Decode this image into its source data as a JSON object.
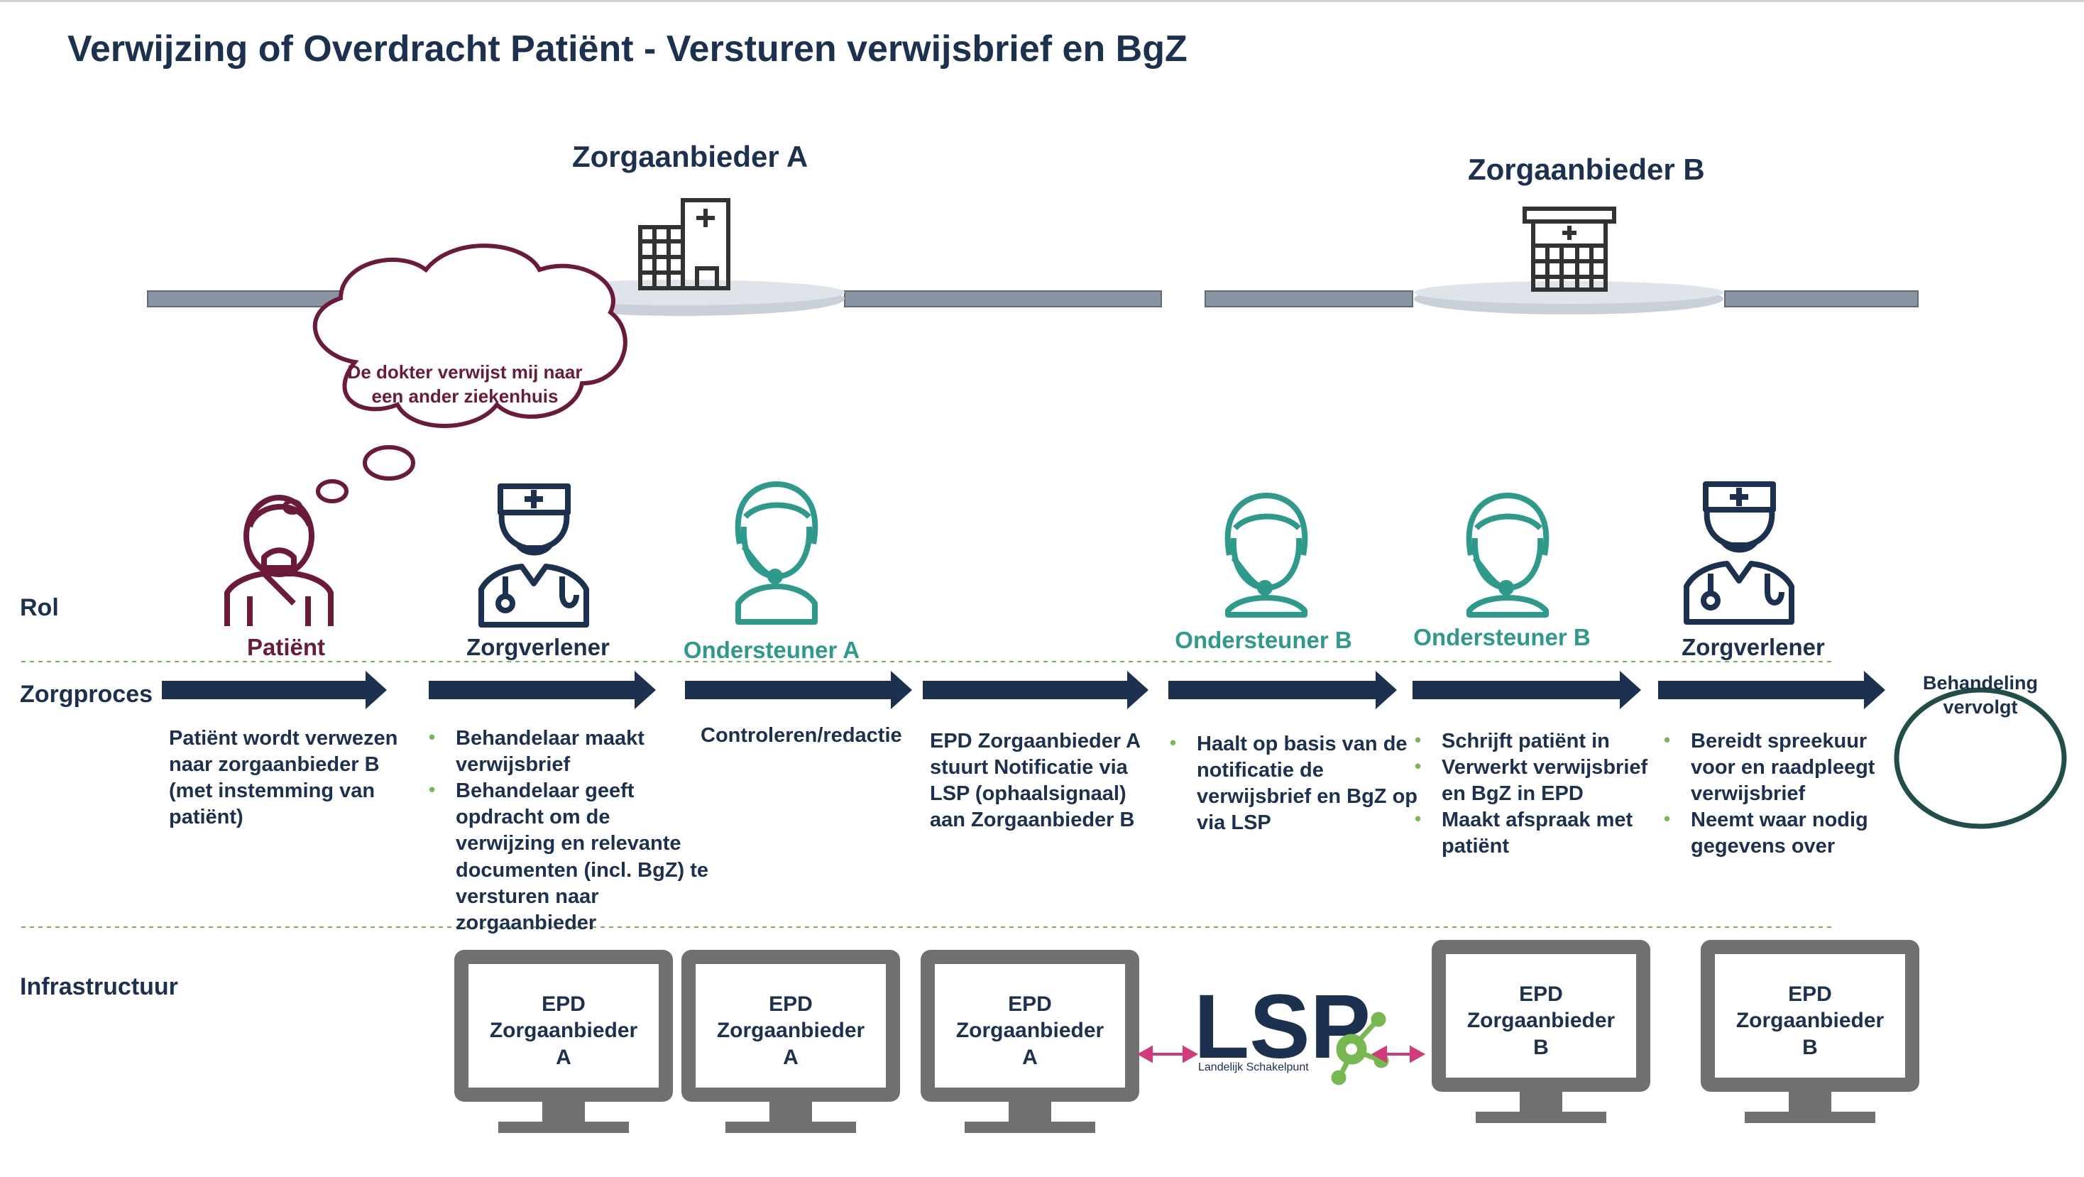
{
  "title": "Verwijzing of Overdracht Patiënt - Versturen verwijsbrief en BgZ",
  "organizations": {
    "a": "Zorgaanbieder A",
    "b": "Zorgaanbieder B"
  },
  "row_labels": {
    "rol": "Rol",
    "zorgproces": "Zorgproces",
    "infrastructuur": "Infrastructuur"
  },
  "thought_bubble": "De dokter verwijst mij naar  een ander ziekenhuis",
  "roles": [
    {
      "label": "Patiënt",
      "icon": "patient-icon"
    },
    {
      "label": "Zorgverlener",
      "icon": "doctor-icon"
    },
    {
      "label": "Ondersteuner A",
      "icon": "support-headset-icon"
    },
    {
      "label": "Ondersteuner B",
      "icon": "support-headset-icon"
    },
    {
      "label": "Ondersteuner B",
      "icon": "support-headset-icon"
    },
    {
      "label": "Zorgverlener",
      "icon": "doctor-icon"
    }
  ],
  "process_steps": [
    {
      "text": "Patiënt wordt verwezen naar zorgaanbieder B (met instemming van patiënt)"
    },
    {
      "bullets": [
        "Behandelaar maakt verwijsbrief",
        "Behandelaar geeft opdracht om de verwijzing en relevante documenten (incl. BgZ) te versturen naar zorgaanbieder"
      ]
    },
    {
      "text": "Controleren/redactie"
    },
    {
      "text": "EPD Zorgaanbieder A stuurt Notificatie via LSP  (ophaalsignaal) aan Zorgaanbieder B"
    },
    {
      "bullets": [
        "Haalt op basis van de notificatie de verwijsbrief en BgZ op via LSP"
      ]
    },
    {
      "bullets": [
        "Schrijft patiënt in",
        "Verwerkt verwijsbrief en BgZ in EPD",
        "Maakt afspraak met patiënt"
      ]
    },
    {
      "bullets": [
        "Bereidt spreekuur voor en raadpleegt verwijsbrief",
        "Neemt waar nodig gegevens over"
      ]
    }
  ],
  "end_state": "Behandeling vervolgt",
  "infrastructure": [
    {
      "label": "EPD\nZorgaanbieder\nA"
    },
    {
      "label": "EPD\nZorgaanbieder\nA"
    },
    {
      "label": "EPD\nZorgaanbieder\nA"
    },
    {
      "label": "EPD\nZorgaanbieder\nB"
    },
    {
      "label": "EPD\nZorgaanbieder\nB"
    }
  ],
  "lsp": {
    "logo_text": "LSP",
    "subtitle": "Landelijk Schakelpunt"
  },
  "colors": {
    "navy": "#1c3050",
    "plum": "#6b1a3c",
    "teal": "#2e9a8c",
    "monitor_grey": "#707070",
    "bullet_green": "#78b850",
    "arrow_pink": "#d33a7a",
    "platform_grey": "#8a95a3"
  }
}
